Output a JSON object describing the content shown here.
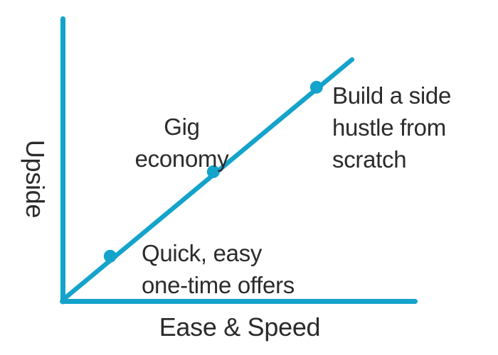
{
  "chart_data": {
    "type": "line",
    "title": "",
    "xlabel": "Ease & Speed",
    "ylabel": "Upside",
    "xlim": [
      0,
      1
    ],
    "ylim": [
      0,
      1
    ],
    "grid": false,
    "legend": false,
    "axis_style": "conceptual axes without ticks or numeric scale",
    "line_color": "#14a3cb",
    "text_color": "#2b2b2b",
    "trend_line": {
      "x0": 0.005,
      "y0": 0.011,
      "x1": 0.821,
      "y1": 0.856
    },
    "points": [
      {
        "x": 0.134,
        "y": 0.16,
        "label": "Quick, easy one-time offers"
      },
      {
        "x": 0.427,
        "y": 0.459,
        "label": "Gig economy"
      },
      {
        "x": 0.72,
        "y": 0.758,
        "label": "Build a side hustle from scratch"
      }
    ]
  },
  "axis_labels": {
    "x": "Ease & Speed",
    "y": "Upside"
  },
  "annotations": {
    "quick": {
      "line1": "Quick, easy",
      "line2": "one-time offers"
    },
    "gig": {
      "line1": "Gig",
      "line2": "economy"
    },
    "build": {
      "line1": "Build a side",
      "line2": "hustle from",
      "line3": "scratch"
    }
  }
}
